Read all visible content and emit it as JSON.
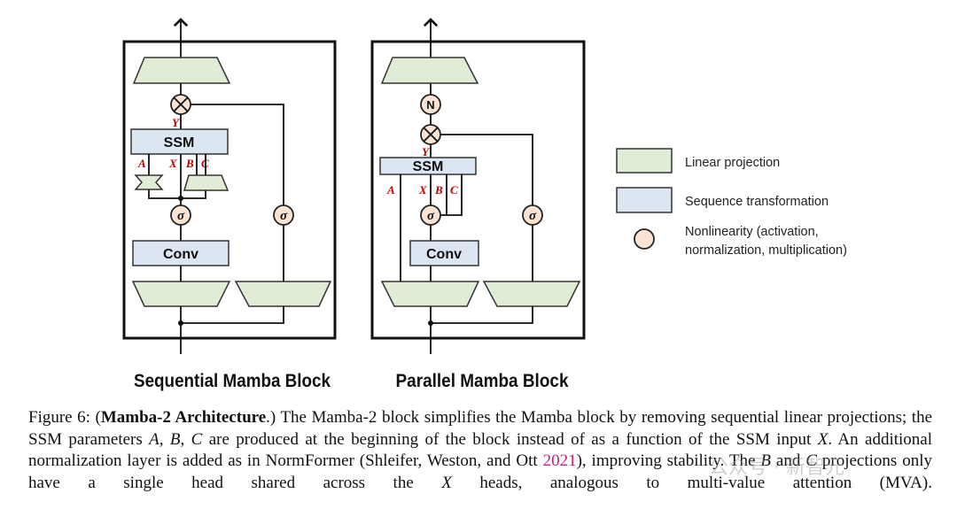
{
  "figure": {
    "blocks": [
      {
        "title": "Sequential Mamba Block",
        "ssm_label": "SSM",
        "conv_label": "Conv",
        "vars": [
          "Y",
          "A",
          "X",
          "B",
          "C"
        ],
        "sigma": "σ"
      },
      {
        "title": "Parallel Mamba Block",
        "ssm_label": "SSM",
        "conv_label": "Conv",
        "vars": [
          "Y",
          "A",
          "X",
          "B",
          "C"
        ],
        "sigma": "σ",
        "norm_label": "N"
      }
    ],
    "legend": [
      {
        "label": "Linear projection",
        "color": "#e1ecd6"
      },
      {
        "label": "Sequence transformation",
        "color": "#dce6f2"
      },
      {
        "label_line1": "Nonlinearity (activation,",
        "label_line2": "normalization, multiplication)",
        "color": "#fbe3d3"
      }
    ],
    "var_color": "#c00000"
  },
  "caption": {
    "prefix": "Figure 6: (",
    "bold": "Mamba-2 Architecture",
    "p1": ".)  The Mamba-2 block simplifies the Mamba block by removing sequential linear projections; the SSM parameters ",
    "abc": "A, B, C",
    "p2": " are produced at the beginning of the block instead of as a function of the SSM input ",
    "x1": "X",
    "p3": ".  An additional normalization layer is added as in NormFormer (Shleifer, Weston, and Ott ",
    "cite": "2021",
    "p4": "), improving stability. The ",
    "b": "B",
    "p5": " and ",
    "c": "C",
    "p6": " projections only have a single head shared across the ",
    "x2": "X",
    "p7": " heads, analogous to multi-value attention (MVA)."
  },
  "watermark": "公众号 · 新智元"
}
